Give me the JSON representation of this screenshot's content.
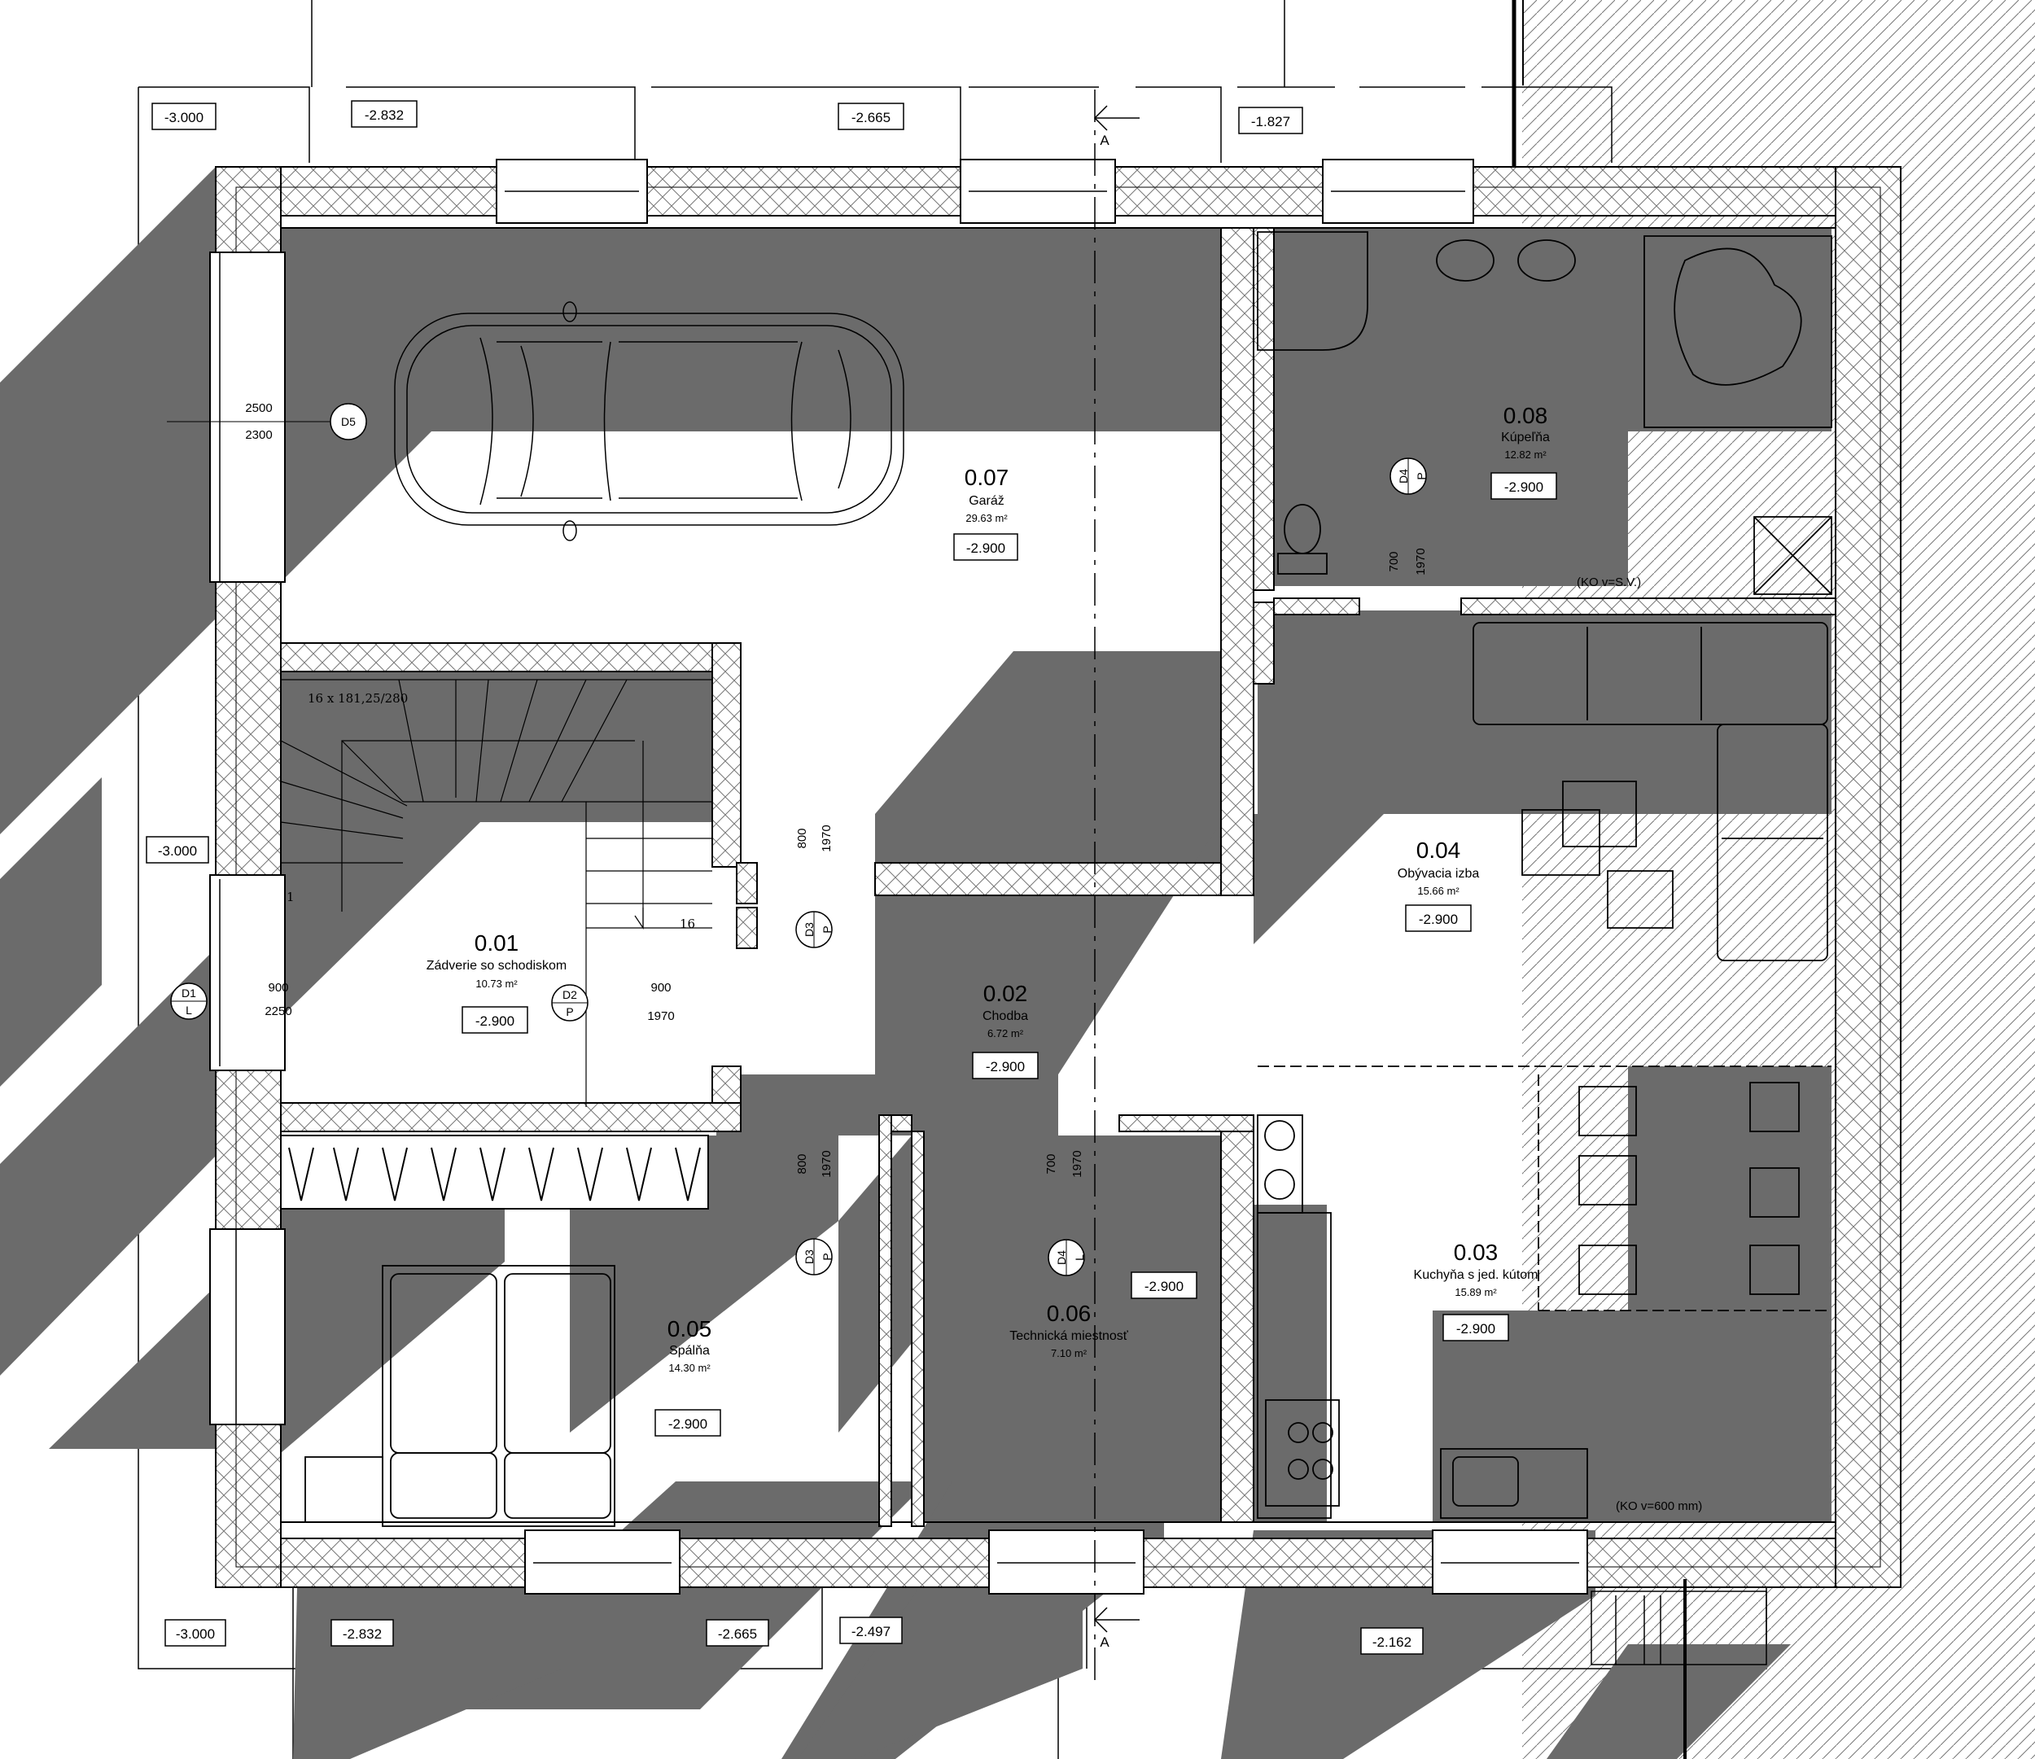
{
  "colors": {
    "shadow": "#6b6b6b",
    "wall": "#ffffff",
    "line": "#000000",
    "hatch": "#555555"
  },
  "rooms": {
    "r01": {
      "number": "0.01",
      "name": "Zádverie so schodiskom",
      "area": "10.73 m²",
      "level": "-2.900"
    },
    "r02": {
      "number": "0.02",
      "name": "Chodba",
      "area": "6.72 m²",
      "level": "-2.900"
    },
    "r03": {
      "number": "0.03",
      "name": "Kuchyňa s jed. kútom",
      "area": "15.89 m²",
      "level": "-2.900"
    },
    "r04": {
      "number": "0.04",
      "name": "Obývacia izba",
      "area": "15.66 m²",
      "level": "-2.900"
    },
    "r05": {
      "number": "0.05",
      "name": "Spálňa",
      "area": "14.30 m²",
      "level": "-2.900"
    },
    "r06": {
      "number": "0.06",
      "name": "Technická miestnosť",
      "area": "7.10 m²",
      "level": "-2.900"
    },
    "r07": {
      "number": "0.07",
      "name": "Garáž",
      "area": "29.63 m²",
      "level": "-2.900"
    },
    "r08": {
      "number": "0.08",
      "name": "Kúpeľňa",
      "area": "12.82 m²",
      "level": "-2.900"
    }
  },
  "terrain_levels": {
    "top_1": "-3.000",
    "top_2": "-2.832",
    "top_3": "-2.665",
    "top_4": "-1.827",
    "left": "-3.000",
    "bottom_1": "-3.000",
    "bottom_2": "-2.832",
    "bottom_3": "-2.665",
    "bottom_4": "-2.497",
    "bottom_5": "-2.162",
    "tech_room": "-2.900"
  },
  "doors": {
    "d1": {
      "code": "D1",
      "side": "L",
      "width": "900",
      "height": "2250"
    },
    "d2": {
      "code": "D2",
      "side": "P",
      "width": "900",
      "height": "1970"
    },
    "d3a": {
      "code": "D3",
      "side": "P",
      "width": "800",
      "height": "1970"
    },
    "d3b": {
      "code": "D3",
      "side": "P",
      "width": "800",
      "height": "1970"
    },
    "d4a": {
      "code": "D4",
      "side": "P",
      "width": "700",
      "height": "1970"
    },
    "d4b": {
      "code": "D4",
      "side": "L",
      "width": "700",
      "height": "1970"
    },
    "d5": {
      "code": "D5",
      "width": "2500",
      "height": "2300"
    }
  },
  "stairs": {
    "spec": "16 x 181,25/280",
    "first": "1",
    "last": "16"
  },
  "notes": {
    "ko_bath": "(KO v=S.V.)",
    "ko_kitchen": "(KO v=600 mm)"
  },
  "section": {
    "label_top": "A",
    "label_bottom": "A"
  }
}
